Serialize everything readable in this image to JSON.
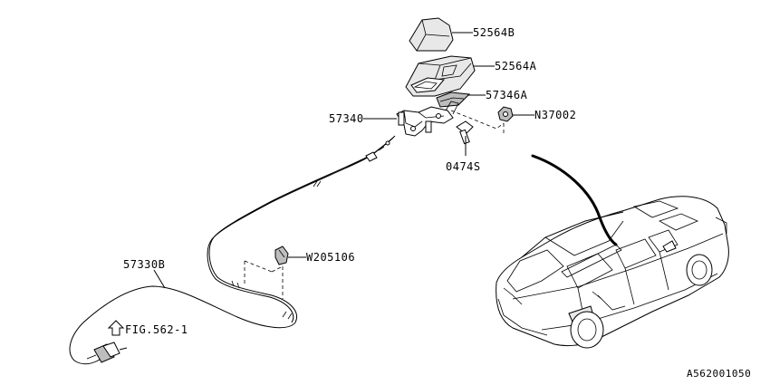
{
  "diagram": {
    "callouts": {
      "part_52564B": "52564B",
      "part_52564A": "52564A",
      "part_57346A": "57346A",
      "part_57340": "57340",
      "part_N37002": "N37002",
      "part_0474S": "0474S",
      "part_W205106": "W205106",
      "part_57330B": "57330B",
      "fig_reference": "FIG.562-1"
    },
    "drawing_number": "A562001050"
  }
}
